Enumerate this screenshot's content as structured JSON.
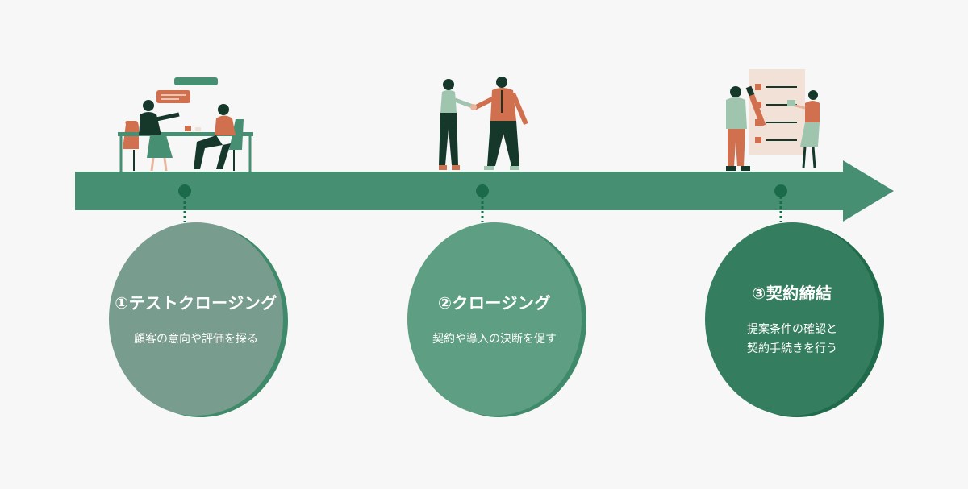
{
  "steps": [
    {
      "title": "①テストクロージング",
      "desc_lines": [
        "顧客の意向や評価を探る"
      ],
      "color": "#789c8d",
      "shadow": "#3f8a6a"
    },
    {
      "title": "②クロージング",
      "desc_lines": [
        "契約や導入の決断を促す"
      ],
      "color": "#5e9e82",
      "shadow": "#3f8a6a"
    },
    {
      "title": "③契約締結",
      "desc_lines": [
        "提案条件の確認と",
        "契約手続きを行う"
      ],
      "color": "#357d5f",
      "shadow": "#1f6b4b"
    }
  ],
  "colors": {
    "background": "#f7f7f7",
    "arrow": "#468f72",
    "dot": "#1b6b4a",
    "figure_dark": "#16382b",
    "figure_orange": "#d1704f",
    "figure_green": "#468f72",
    "figure_light": "#9fc5ae",
    "skin": "#e8b59c",
    "paper": "#f1e1d6"
  },
  "icons": {
    "meeting": "meeting-table-icon",
    "handshake": "handshake-icon",
    "contract": "contract-checklist-icon"
  }
}
